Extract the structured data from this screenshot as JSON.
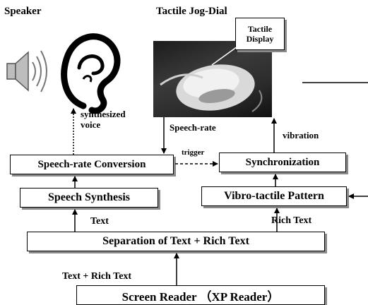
{
  "labels": {
    "speaker": "Speaker",
    "jogdial": "Tactile Jog-Dial",
    "display_line1": "Tactile",
    "display_line2": "Display",
    "synth_line1": "synthesized",
    "synth_line2": "voice",
    "speechrate": "Speech-rate",
    "vibration": "vibration",
    "trigger": "trigger",
    "text": "Text",
    "richtext": "Rich Text",
    "textrich": "Text + Rich Text"
  },
  "boxes": {
    "conversion": "Speech-rate Conversion",
    "synchronization": "Synchronization",
    "synthesis": "Speech Synthesis",
    "vibro": "Vibro-tactile Pattern",
    "separation": "Separation of Text + Rich Text",
    "reader": "Screen Reader （XP  Reader）"
  }
}
